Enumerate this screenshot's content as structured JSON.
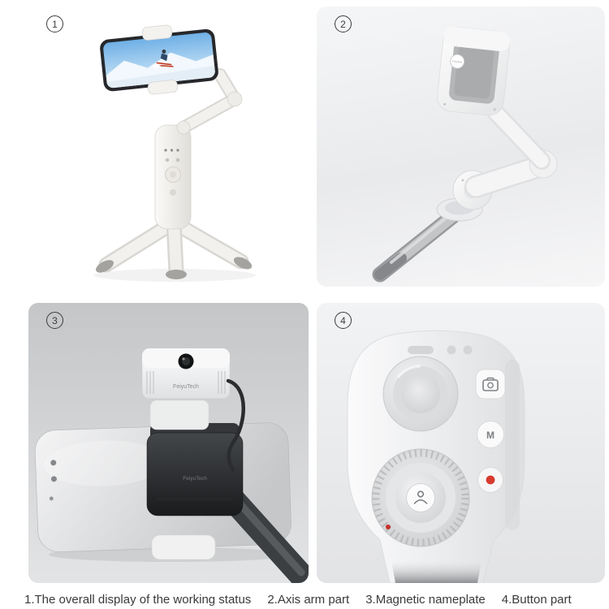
{
  "panels": [
    {
      "number": "1"
    },
    {
      "number": "2"
    },
    {
      "number": "3"
    },
    {
      "number": "4"
    }
  ],
  "graphics": {
    "clamp_logo": "FeiyuTech",
    "module_brand": "FeiyuTech",
    "clamp_brand": "FeiyuTech",
    "mode_button": "M"
  },
  "caption": {
    "items": [
      "1.The overall display of the working status",
      "2.Axis arm part",
      "3.Magnetic nameplate",
      "4.Button part"
    ]
  },
  "colors": {
    "record_red": "#d73a2e",
    "badge_ink": "#3c3c3c",
    "caption_ink": "#3a3a3a"
  }
}
